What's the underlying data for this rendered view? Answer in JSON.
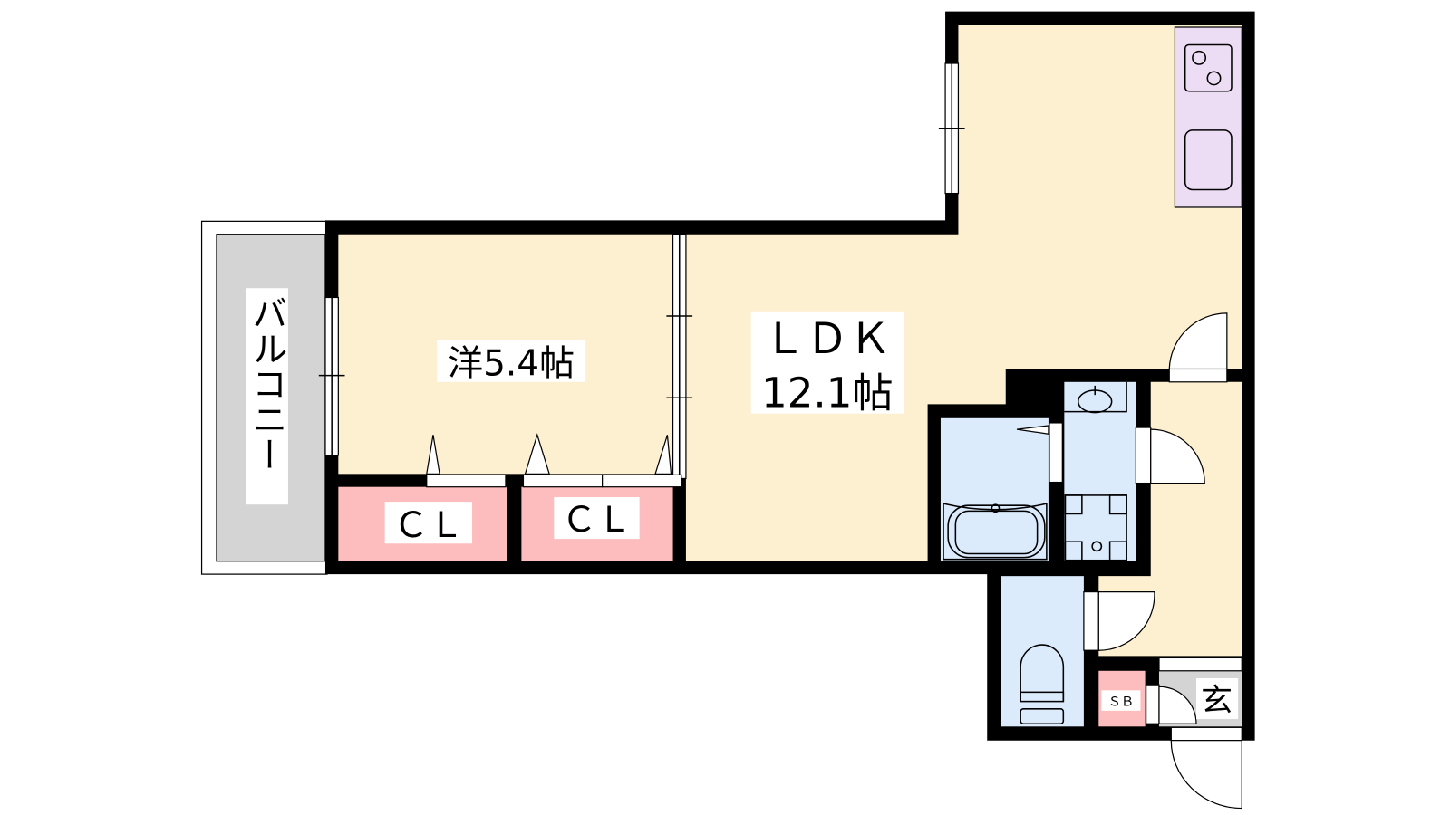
{
  "rooms": {
    "western": {
      "name": "洋5.4帖"
    },
    "ldk": {
      "name": "ＬＤＫ",
      "size": "12.1帖"
    },
    "closet1": {
      "name": "ＣＬ"
    },
    "closet2": {
      "name": "ＣＬ"
    },
    "balcony": {
      "name": "バルコニー"
    },
    "shoebox": {
      "name": "ＳＢ"
    },
    "entrance": {
      "name": "玄"
    }
  },
  "colors": {
    "floor": "#fdf0d0",
    "wet": "#dbebfc",
    "closet": "#fdbcbd",
    "kitchen": "#ecdcf4",
    "balcony": "#d4d4d4",
    "wall": "#000000"
  }
}
